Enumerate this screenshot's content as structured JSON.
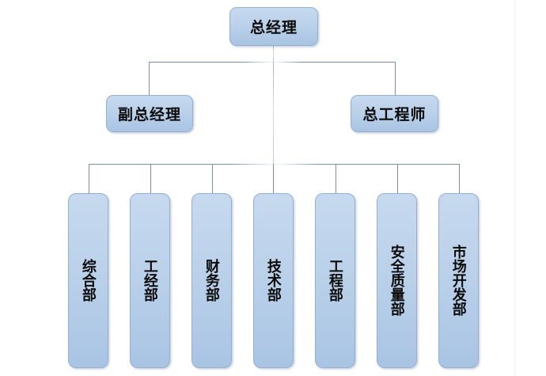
{
  "chart_data": {
    "type": "diagram",
    "subtype": "organization-chart",
    "title": "",
    "orientation": "top-down",
    "levels": 3,
    "nodes": [
      {
        "id": "gm",
        "level": 1,
        "label": "总经理",
        "parent": null
      },
      {
        "id": "deputy-gm",
        "level": 2,
        "label": "副总经理",
        "parent": "gm"
      },
      {
        "id": "chief-eng",
        "level": 2,
        "label": "总工程师",
        "parent": "gm"
      },
      {
        "id": "dept-1",
        "level": 3,
        "label": "综合部",
        "parent": "gm"
      },
      {
        "id": "dept-2",
        "level": 3,
        "label": "工经部",
        "parent": "gm"
      },
      {
        "id": "dept-3",
        "level": 3,
        "label": "财务部",
        "parent": "gm"
      },
      {
        "id": "dept-4",
        "level": 3,
        "label": "技术部",
        "parent": "gm"
      },
      {
        "id": "dept-5",
        "level": 3,
        "label": "工程部",
        "parent": "gm"
      },
      {
        "id": "dept-6",
        "level": 3,
        "label": "安全质量部",
        "parent": "gm"
      },
      {
        "id": "dept-7",
        "level": 3,
        "label": "市场开发部",
        "parent": "gm"
      }
    ],
    "colors": {
      "node_fill_top": "#c6d9ef",
      "node_fill_bottom": "#a9c4e4",
      "node_border": "#93b0d2",
      "connector": "#7b8fa8",
      "background": "#ffffff",
      "text": "#0b0b0b"
    }
  },
  "top": {
    "label": "总经理"
  },
  "level2": {
    "left": {
      "label": "副总经理"
    },
    "right": {
      "label": "总工程师"
    }
  },
  "departments": [
    {
      "label": "综合部"
    },
    {
      "label": "工经部"
    },
    {
      "label": "财务部"
    },
    {
      "label": "技术部"
    },
    {
      "label": "工程部"
    },
    {
      "label": "安全质量部"
    },
    {
      "label": "市场开发部"
    }
  ]
}
